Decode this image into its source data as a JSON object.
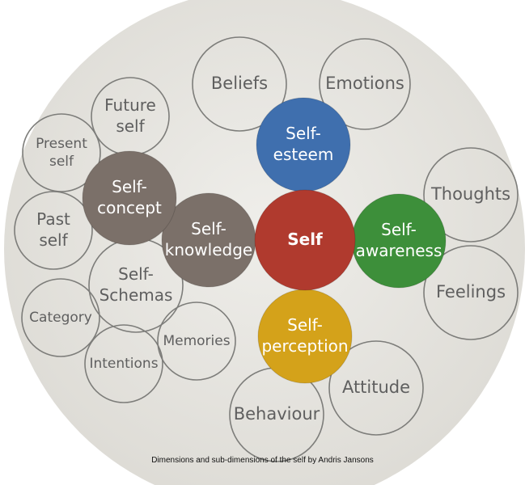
{
  "diagram": {
    "center": "Self",
    "core": {
      "esteem": [
        "Self-",
        "esteem"
      ],
      "awareness": [
        "Self-",
        "awareness"
      ],
      "perception": [
        "Self-",
        "perception"
      ],
      "knowledge": [
        "Self-",
        "knowledge"
      ],
      "concept": [
        "Self-",
        "concept"
      ]
    },
    "outer": {
      "beliefs": [
        "Beliefs"
      ],
      "emotions": [
        "Emotions"
      ],
      "thoughts": [
        "Thoughts"
      ],
      "feelings": [
        "Feelings"
      ],
      "attitude": [
        "Attitude"
      ],
      "behaviour": [
        "Behaviour"
      ],
      "memories": [
        "Memories"
      ],
      "intentions": [
        "Intentions"
      ],
      "category": [
        "Category"
      ],
      "schemas": [
        "Self-",
        "Schemas"
      ],
      "past_self": [
        "Past",
        "self"
      ],
      "present_self": [
        "Present",
        "self"
      ],
      "future_self": [
        "Future",
        "self"
      ]
    },
    "colors": {
      "background": "#e9e8e3",
      "self": "#b03a2e",
      "esteem": "#3f6fae",
      "awareness": "#3d8f3a",
      "perception": "#d4a21a",
      "knowledge": "#7b7069",
      "concept": "#7b7069"
    }
  },
  "caption": "Dimensions and sub-dimensions of the self by Andris Jansons"
}
